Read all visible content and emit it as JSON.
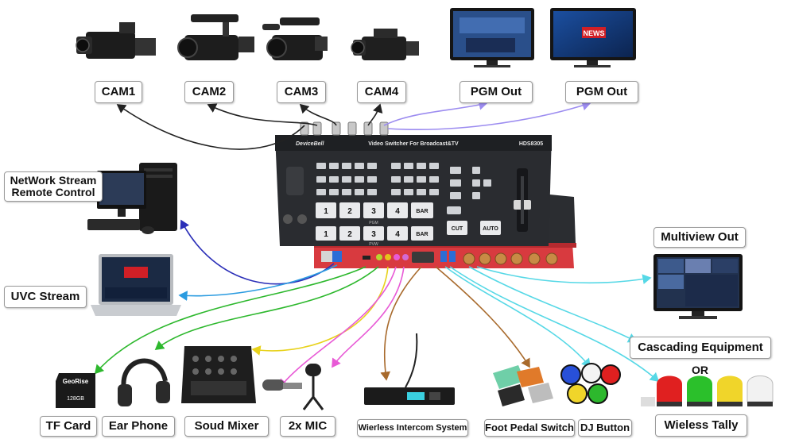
{
  "labels": {
    "cam1": "CAM1",
    "cam2": "CAM2",
    "cam3": "CAM3",
    "cam4": "CAM4",
    "pgm_out_1": "PGM Out",
    "pgm_out_2": "PGM Out",
    "network_stream_line1": "NetWork Stream",
    "network_stream_line2": "Remote Control",
    "uvc_stream": "UVC Stream",
    "multiview_out": "Multiview Out",
    "cascading_equipment": "Cascading Equipment",
    "or": "OR",
    "tf_card": "TF Card",
    "ear_phone": "Ear Phone",
    "sound_mixer": "Soud Mixer",
    "mic": "2x MIC",
    "wireless_intercom": "Wierless Intercom System",
    "foot_pedal": "Foot Pedal Switch",
    "dj_button": "DJ Button",
    "wireless_tally": "Wieless Tally"
  },
  "device": {
    "brand": "DeviceBell",
    "title": "Video Switcher For Broadcast&TV",
    "model": "HDS8305",
    "bus_keys_pgm": [
      "1",
      "2",
      "3",
      "4",
      "BAR"
    ],
    "bus_keys_pvw": [
      "1",
      "2",
      "3",
      "4",
      "BAR"
    ],
    "cut_label": "CUT",
    "auto_label": "AUTO",
    "pgm_bus_label": "PGM",
    "pvw_bus_label": "PVW"
  },
  "props": {
    "tf_card_brand": "GeoRise",
    "tf_card_size": "128GB",
    "tv_news_logo": "NEWS"
  },
  "colors": {
    "device_body": "#2a2c30",
    "io_panel": "#d83a3f",
    "wire_black": "#222222",
    "wire_violet": "#9c8cf0",
    "wire_blue": "#2b2fb8",
    "wire_sky": "#2a9be0",
    "wire_green": "#2db82d",
    "wire_yellow": "#e8d21c",
    "wire_pink": "#e85ad6",
    "wire_brown": "#a86a2c",
    "wire_cyan": "#56d8e6"
  }
}
